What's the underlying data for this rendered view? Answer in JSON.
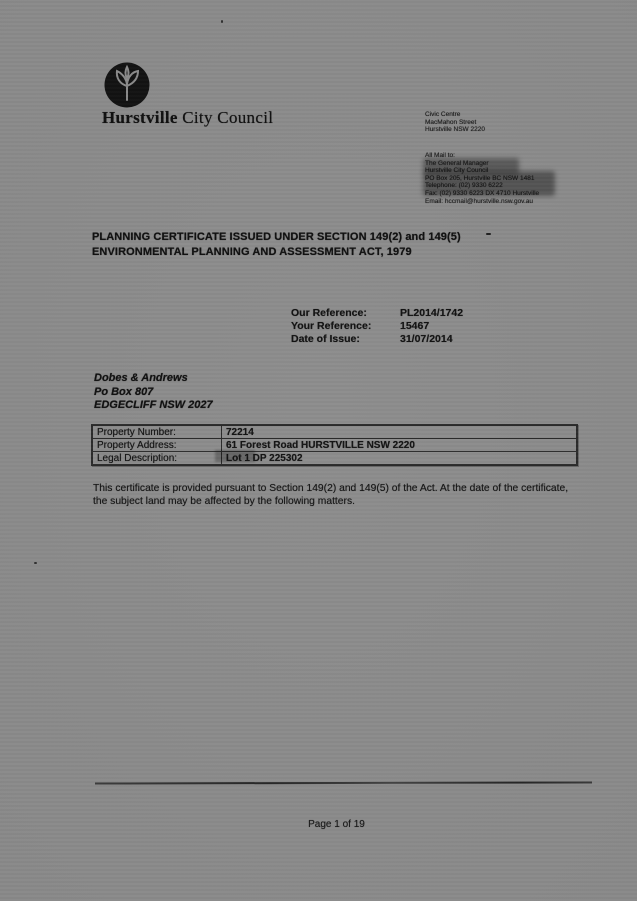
{
  "letterhead": {
    "council_name_primary": "Hurstville",
    "council_name_secondary": " City Council",
    "street_address": [
      "Civic Centre",
      "MacMahon Street",
      "Hurstville NSW 2220"
    ],
    "postal_contact": [
      "All Mail to:",
      "The General Manager",
      "Hurstville City Council",
      "PO Box 205, Hurstville BC NSW 1481",
      "Telephone: (02) 9330 6222",
      "Fax: (02) 9330 6223 DX 4710 Hurstville",
      "Email: hccmail@hurstville.nsw.gov.au"
    ]
  },
  "title": {
    "line1": "PLANNING CERTIFICATE ISSUED UNDER SECTION 149(2) and 149(5)",
    "line2": "ENVIRONMENTAL PLANNING AND ASSESSMENT ACT, 1979"
  },
  "references": [
    {
      "label": "Our Reference:",
      "value": "PL2014/1742"
    },
    {
      "label": "Your Reference:",
      "value": "15467"
    },
    {
      "label": "Date of Issue:",
      "value": "31/07/2014"
    }
  ],
  "addressee": [
    "Dobes & Andrews",
    "Po Box 807",
    "EDGECLIFF NSW 2027"
  ],
  "property_table": {
    "rows": [
      {
        "label": "Property Number:",
        "value": "72214"
      },
      {
        "label": "Property Address:",
        "value": "61 Forest Road HURSTVILLE NSW 2220"
      },
      {
        "label": "Legal Description:",
        "value": "Lot 1 DP 225302"
      }
    ]
  },
  "intro_paragraph": "This certificate is provided pursuant to Section 149(2) and 149(5) of the Act. At the date of the certificate, the subject land may be affected by the following matters.",
  "footer": {
    "page_label": "Page 1 of 19"
  },
  "colors": {
    "page_background": "#8a8a8a",
    "ink": "#161616"
  }
}
